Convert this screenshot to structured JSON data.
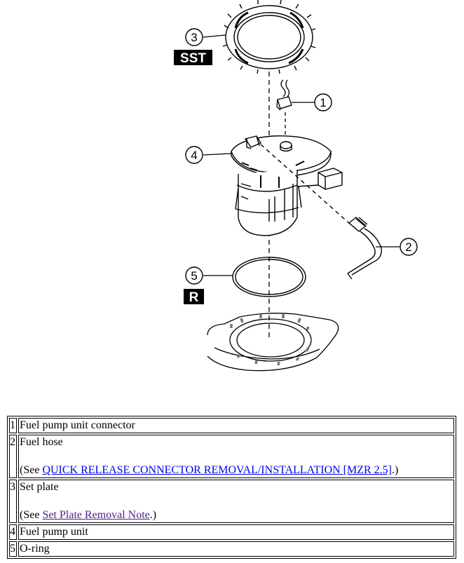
{
  "diagram": {
    "callouts": [
      "1",
      "2",
      "3",
      "4",
      "5"
    ],
    "badges": {
      "sst": "SST",
      "r": "R"
    },
    "colors": {
      "line": "#000000",
      "badge_fill": "#000000",
      "badge_text": "#ffffff"
    }
  },
  "parts": [
    {
      "num": "1",
      "name": "Fuel pump unit connector"
    },
    {
      "num": "2",
      "name": "Fuel hose",
      "see_prefix": "(See ",
      "see_link": "QUICK RELEASE CONNECTOR REMOVAL/INSTALLATION [MZR 2.5]",
      "see_suffix": ".)"
    },
    {
      "num": "3",
      "name": "Set plate",
      "see_prefix": "(See ",
      "see_link": "Set Plate Removal Note",
      "see_suffix": ".)"
    },
    {
      "num": "4",
      "name": "Fuel pump unit"
    },
    {
      "num": "5",
      "name": "O-ring"
    }
  ],
  "link_colors": {
    "unvisited": "#0000ee",
    "visited": "#551a8b"
  }
}
